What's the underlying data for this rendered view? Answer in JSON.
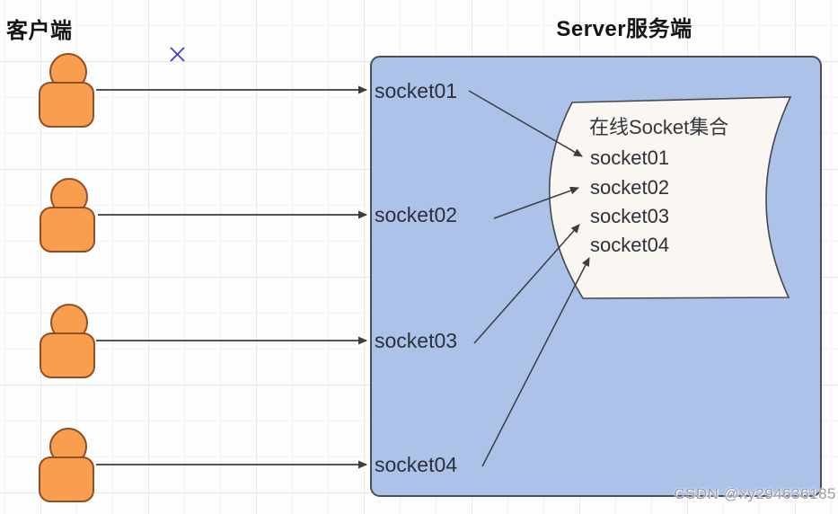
{
  "page": {
    "client_title": "客户端",
    "server_title": "Server服务端",
    "watermark": "CSDN @xy294636185"
  },
  "server_box": {
    "sockets": [
      "socket01",
      "socket02",
      "socket03",
      "socket04"
    ],
    "collection": {
      "title": "在线Socket集合",
      "items": [
        "socket01",
        "socket02",
        "socket03",
        "socket04"
      ]
    }
  },
  "colors": {
    "server_box_fill": "#adc2e9",
    "server_box_border": "#4b4e57",
    "person_fill": "#f99d4e",
    "person_border": "#8f5026",
    "arrow": "#3c3c3c",
    "collection_fill": "#faf7f3",
    "cross_mark": "#3d3dca",
    "watermark_text": "#9a9aa2"
  }
}
